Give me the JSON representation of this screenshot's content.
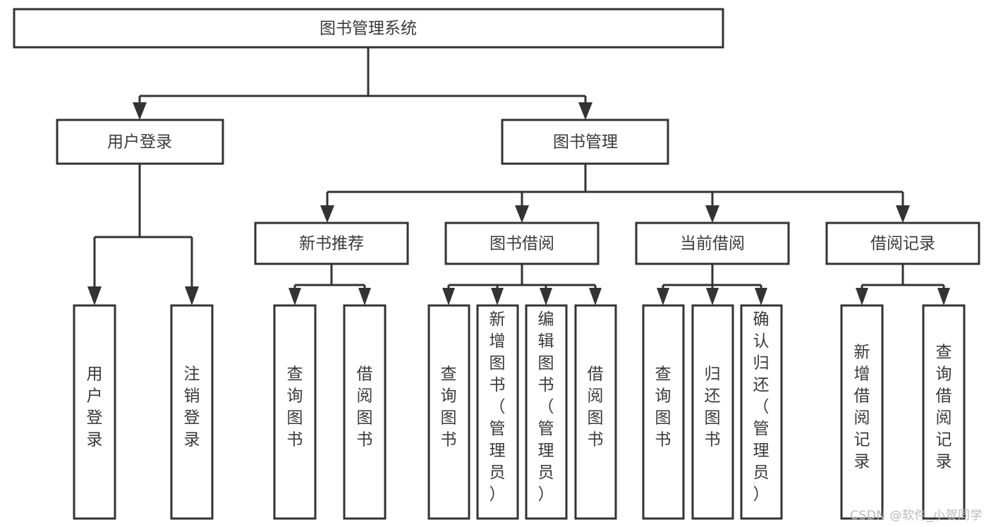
{
  "diagram": {
    "title": "图书管理系统",
    "type": "tree",
    "colors": {
      "box_stroke": "#333333",
      "box_fill": "#ffffff",
      "text": "#3a3a3a",
      "background": "#ffffff",
      "watermark": "#b9b9b9"
    },
    "levels": {
      "root": {
        "label": "图书管理系统",
        "orientation": "horizontal"
      },
      "level2": [
        {
          "label": "用户登录",
          "orientation": "horizontal"
        },
        {
          "label": "图书管理",
          "orientation": "horizontal"
        }
      ],
      "level3": [
        {
          "label": "新书推荐",
          "orientation": "horizontal"
        },
        {
          "label": "图书借阅",
          "orientation": "horizontal"
        },
        {
          "label": "当前借阅",
          "orientation": "horizontal"
        },
        {
          "label": "借阅记录",
          "orientation": "horizontal"
        }
      ],
      "leaves": [
        {
          "label": "用户登录",
          "parent": "用户登录",
          "orientation": "vertical"
        },
        {
          "label": "注销登录",
          "parent": "用户登录",
          "orientation": "vertical"
        },
        {
          "label": "查询图书",
          "parent": "新书推荐",
          "orientation": "vertical"
        },
        {
          "label": "借阅图书",
          "parent": "新书推荐",
          "orientation": "vertical"
        },
        {
          "label": "查询图书",
          "parent": "图书借阅",
          "orientation": "vertical"
        },
        {
          "label": "新增图书（管理员）",
          "parent": "图书借阅",
          "orientation": "vertical"
        },
        {
          "label": "编辑图书（管理员）",
          "parent": "图书借阅",
          "orientation": "vertical"
        },
        {
          "label": "借阅图书",
          "parent": "图书借阅",
          "orientation": "vertical"
        },
        {
          "label": "查询图书",
          "parent": "当前借阅",
          "orientation": "vertical"
        },
        {
          "label": "归还图书",
          "parent": "当前借阅",
          "orientation": "vertical"
        },
        {
          "label": "确认归还（管理员）",
          "parent": "当前借阅",
          "orientation": "vertical"
        },
        {
          "label": "新增借阅记录",
          "parent": "借阅记录",
          "orientation": "vertical"
        },
        {
          "label": "查询借阅记录",
          "parent": "借阅记录",
          "orientation": "vertical"
        }
      ]
    }
  },
  "watermark": {
    "text": "CSDN @软件_小贺同学"
  }
}
